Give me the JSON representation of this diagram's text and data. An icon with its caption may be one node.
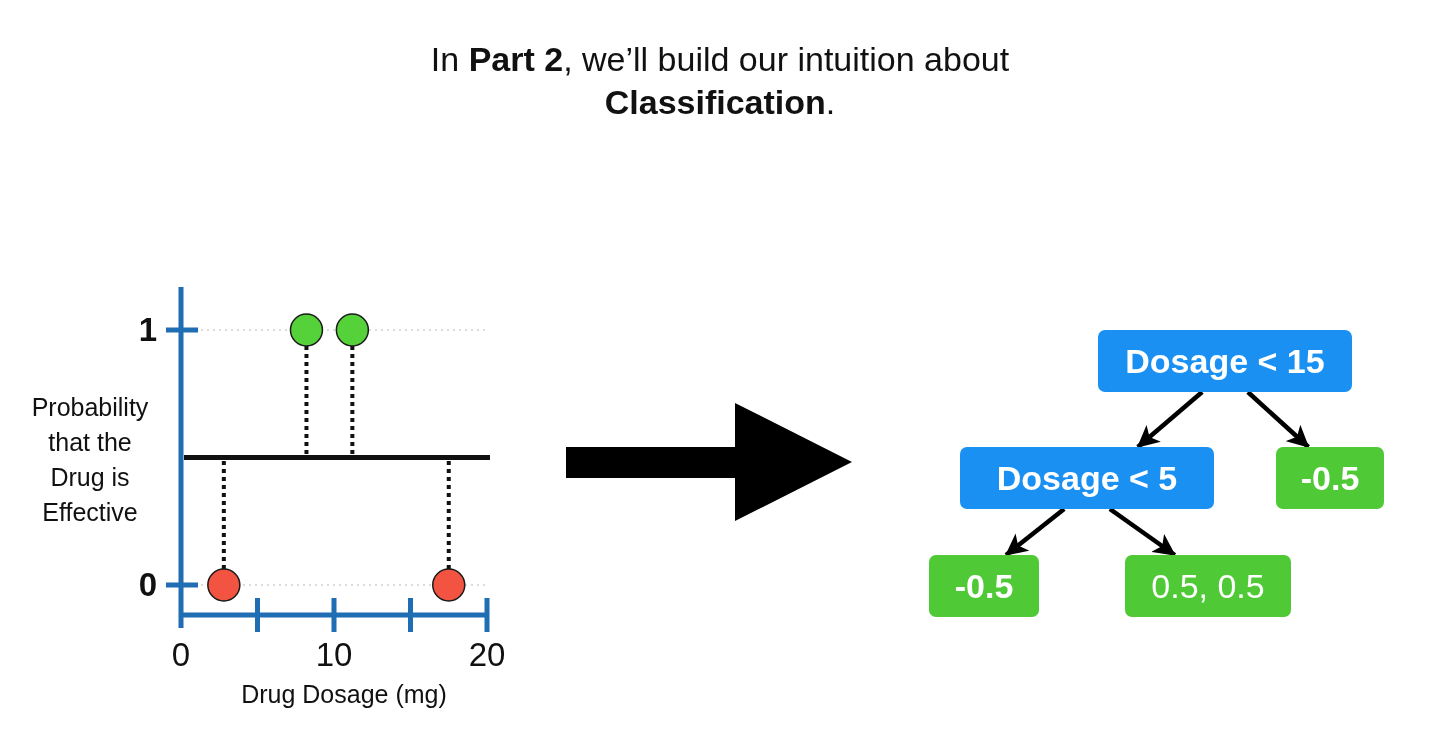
{
  "diagram": {
    "title": "In **Part 2**, we’ll build our intuition about **Classification**.",
    "nodes": [
      {
        "text": [
          "Dosage < 15"
        ]
      },
      {
        "text": [
          "Dosage < 5"
        ]
      },
      {
        "text": [
          "-0.5"
        ]
      },
      {
        "text": [
          "-0.5"
        ]
      },
      {
        "text": [
          "0.5, 0.5"
        ]
      }
    ],
    "edges": [
      {
        "from": 0,
        "to": 1,
        "arrow": "to"
      },
      {
        "from": 0,
        "to": 2,
        "arrow": "to"
      },
      {
        "from": 1,
        "to": 3,
        "arrow": "to"
      },
      {
        "from": 1,
        "to": 4,
        "arrow": "to"
      }
    ],
    "chart_data": {
      "type": "scatter",
      "xlabel": "Drug Dosage (mg)",
      "ylabel": "Probability that the Drug is Effective",
      "x": [
        2.8,
        8.2,
        11.2,
        17.5
      ],
      "series": [
        {
          "color": "#55d13a",
          "values": [
            null,
            1,
            1,
            null
          ]
        },
        {
          "color": "#f25441",
          "values": [
            0,
            null,
            null,
            0
          ]
        }
      ],
      "xlim": [
        0,
        20
      ],
      "ylim": [
        0,
        1
      ],
      "xticks": [
        0,
        10,
        20
      ],
      "yticks": [
        0,
        1
      ],
      "ref_lines": [
        {
          "axis": "y",
          "value": 0.5
        }
      ]
    }
  }
}
